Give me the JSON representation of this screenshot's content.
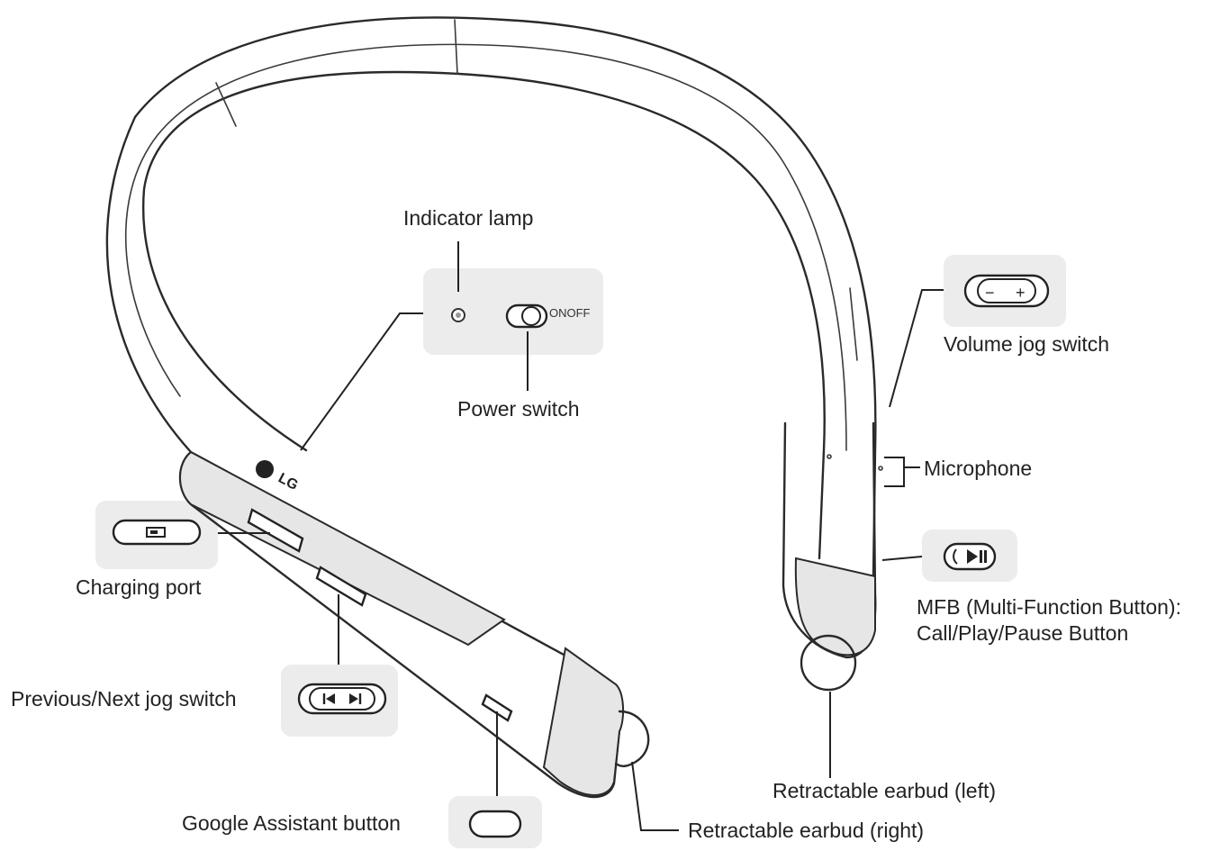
{
  "labels": {
    "indicator_lamp": "Indicator lamp",
    "power_switch": "Power switch",
    "on_off": "ONOFF",
    "volume_jog_switch": "Volume jog switch",
    "microphone": "Microphone",
    "mfb_line1": "MFB (Multi-Function Button):",
    "mfb_line2": "Call/Play/Pause Button",
    "charging_port": "Charging port",
    "previous_next_jog_switch": "Previous/Next jog switch",
    "google_assistant_button": "Google Assistant button",
    "earbud_left": "Retractable earbud (left)",
    "earbud_right": "Retractable earbud (right)"
  },
  "brand": {
    "logo": "LG"
  },
  "volume_symbols": {
    "minus": "−",
    "plus": "+"
  },
  "colors": {
    "line": "#2a2a2a",
    "inset": "#ececec",
    "shade": "#e6e6e6"
  }
}
